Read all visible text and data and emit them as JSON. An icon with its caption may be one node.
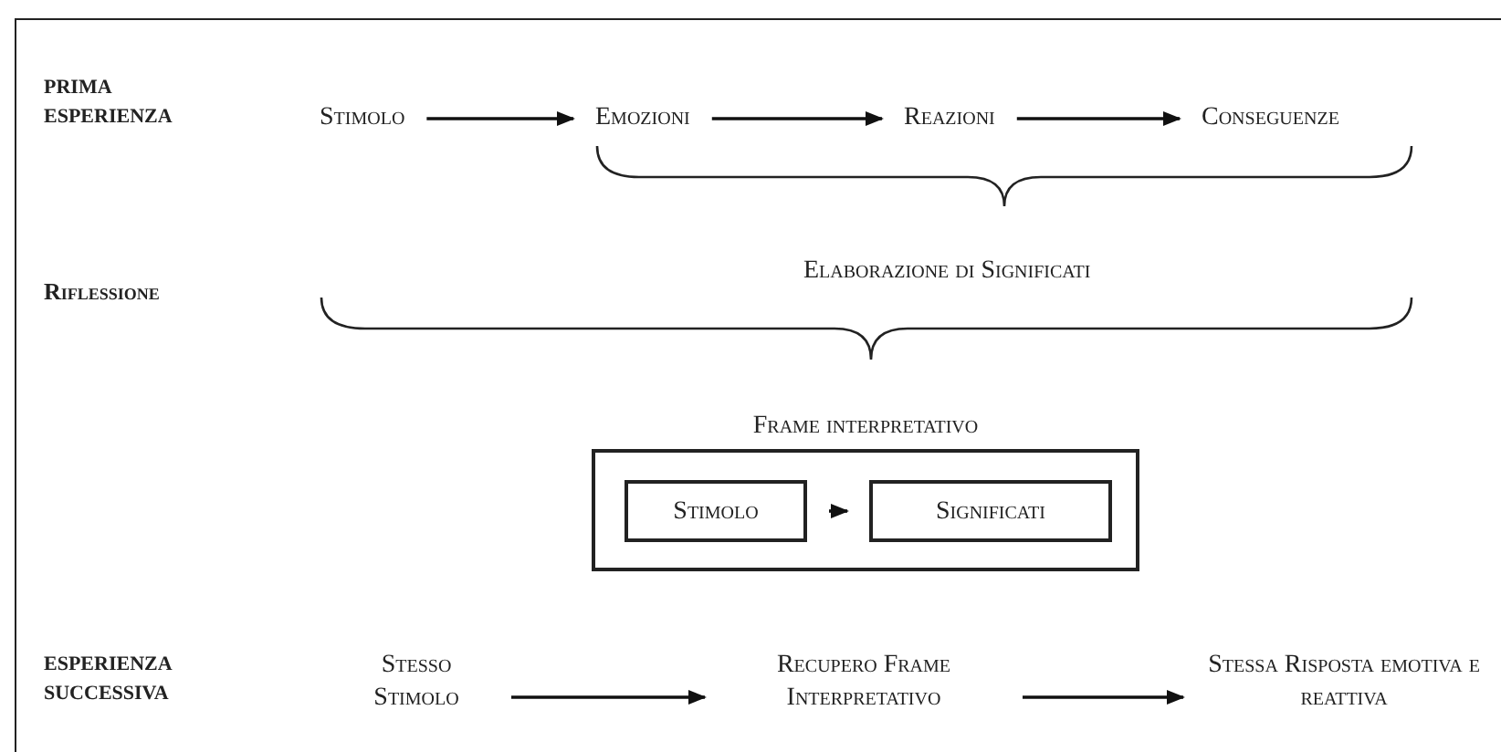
{
  "diagram": {
    "nodes": [
      {
        "text": [
          "Stimolo"
        ]
      },
      {
        "text": [
          "Emozioni"
        ]
      },
      {
        "text": [
          "Reazioni"
        ]
      },
      {
        "text": [
          "Conseguenze"
        ]
      },
      {
        "text": [
          "Frame interpretativo"
        ]
      },
      {
        "text": [
          "Stimolo"
        ],
        "in": 4
      },
      {
        "text": [
          "Significati"
        ],
        "in": 4
      },
      {
        "text": [
          "Stesso Stimolo"
        ]
      },
      {
        "text": [
          "Recupero Frame Interpretativo"
        ]
      },
      {
        "text": [
          "Stessa Risposta emotiva e reattiva"
        ]
      }
    ],
    "edges": [
      {
        "from": 0,
        "to": 1,
        "arrow": "to"
      },
      {
        "from": 1,
        "to": 2,
        "arrow": "to"
      },
      {
        "from": 2,
        "to": 3,
        "arrow": "to"
      },
      {
        "from": 5,
        "to": 6,
        "arrow": "to"
      },
      {
        "from": 7,
        "to": 8,
        "arrow": "to"
      },
      {
        "from": 8,
        "to": 9,
        "arrow": "to"
      }
    ],
    "labels": [
      "PRIMA ESPERIENZA",
      "Riflessione",
      "Elaborazione di Significati",
      "ESPERIENZA SUCCESSIVA"
    ]
  }
}
